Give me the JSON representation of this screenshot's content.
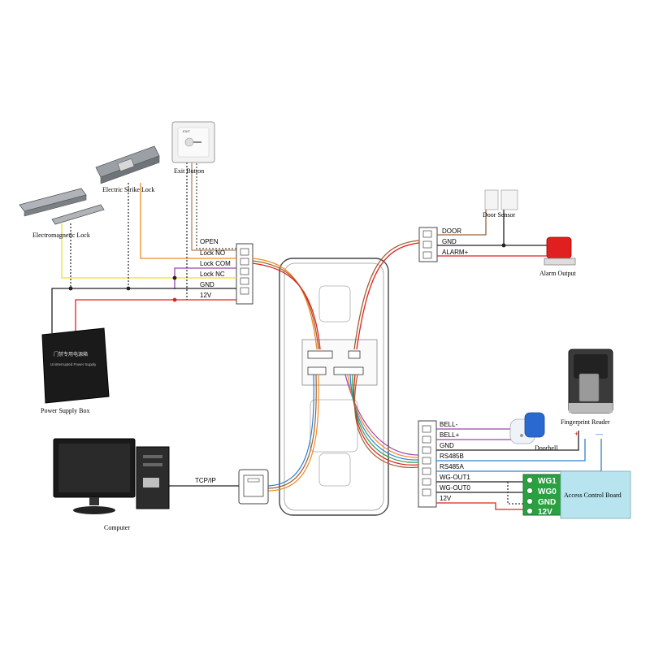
{
  "devices": {
    "exit_button": "Exit Button",
    "exit_button_face": "EXIT",
    "electric_strike_lock": "Electric Strike Lock",
    "electromagnetic_lock": "Electromagnetic Lock",
    "power_supply_box": "Power Supply Box",
    "power_supply_face_1": "门禁专用电源箱",
    "power_supply_face_2": "Uninterrupted Power Supply",
    "door_sensor": "Door Sensor",
    "alarm_output": "Alarm Output",
    "fingerprint_reader": "Fingerprint Reader",
    "doorbell": "Doorbell",
    "computer": "Computer",
    "access_control_board": "Access Control Board",
    "tcpip": "TCP/IP"
  },
  "left_terminals": [
    "OPEN",
    "Lock NO",
    "Lock COM",
    "Lock NC",
    "GND",
    "12V"
  ],
  "top_right_terminals": [
    "DOOR",
    "GND",
    "ALARM+"
  ],
  "bottom_right_terminals": [
    "BELL-",
    "BELL+",
    "GND",
    "RS485B",
    "RS485A",
    "WG-OUT1",
    "WG-OUT0",
    "12V"
  ],
  "wg_block": [
    "WG1",
    "WG0",
    "GND",
    "12V"
  ],
  "fp_polarity": {
    "plus": "+",
    "minus": "—"
  },
  "colors": {
    "orange": "#f08a24",
    "purple": "#a040b0",
    "yellow": "#f0e020",
    "red": "#e02020",
    "brown": "#a06030",
    "blue": "#3080d0",
    "green_block": "#2aa040",
    "board": "#b8e4f0"
  }
}
